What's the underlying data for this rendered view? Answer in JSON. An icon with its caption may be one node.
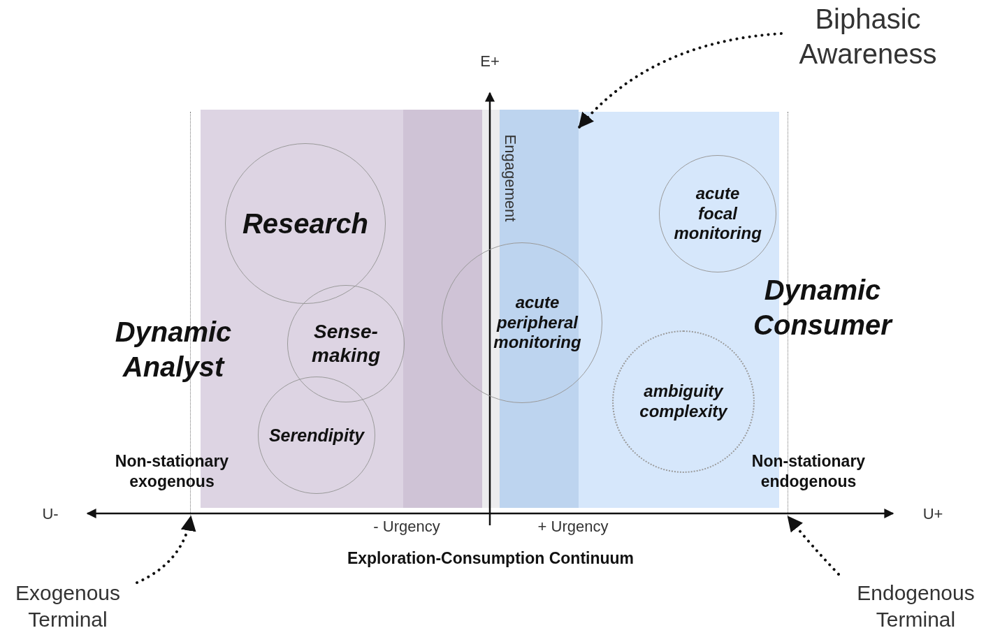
{
  "diagram": {
    "nodes": [
      {
        "text": [
          "Research"
        ]
      },
      {
        "text": [
          "Sense-making"
        ]
      },
      {
        "text": [
          "Serendipity"
        ]
      },
      {
        "text": [
          "acute peripheral monitoring"
        ]
      },
      {
        "text": [
          "acute focal monitoring"
        ]
      },
      {
        "text": [
          "ambiguity complexity"
        ]
      },
      {
        "text": [
          "Biphasic Awareness"
        ]
      },
      {
        "text": [],
        "shape": "bar"
      },
      {
        "text": [
          "Exogenous Terminal"
        ]
      },
      {
        "text": [],
        "shape": "line"
      },
      {
        "text": [
          "Endogenous Terminal"
        ]
      },
      {
        "text": [],
        "shape": "line"
      }
    ],
    "edges": [
      {
        "from": 6,
        "to": 7,
        "arrow": "to",
        "style": "dashed"
      },
      {
        "from": 8,
        "to": 9,
        "arrow": "to",
        "style": "dashed"
      },
      {
        "from": 10,
        "to": 11,
        "arrow": "to",
        "style": "dashed"
      }
    ],
    "labels": [
      "E+",
      "Engagement",
      "Dynamic Consumer",
      "Dynamic Analyst",
      "Non-stationary exogenous",
      "Non-stationary endogenous",
      "U-",
      "U+",
      "- Urgency",
      "+ Urgency",
      "Exploration-Consumption Continuum"
    ]
  }
}
